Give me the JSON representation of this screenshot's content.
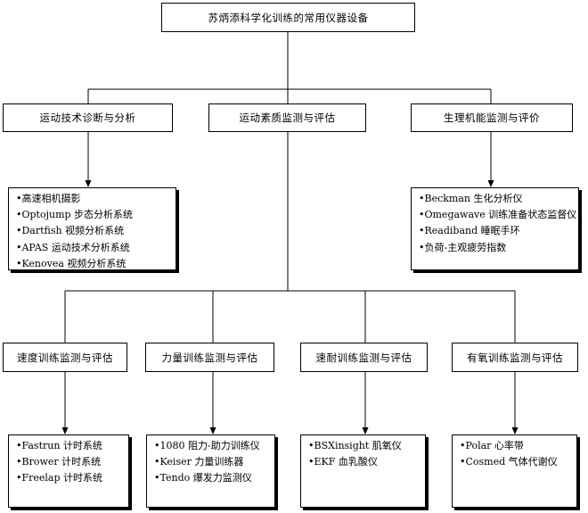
{
  "root": "苏炳添科学化训练的常用仪器设备",
  "branches": [
    {
      "title": "运动技术诊断与分析",
      "items": [
        "•高速相机摄影",
        "•Optojump 步态分析系统",
        "•Dartfish 视频分析系统",
        "•APAS 运动技术分析系统",
        "•Kenovea 视频分析系统"
      ]
    },
    {
      "title": "运动素质监测与评估"
    },
    {
      "title": "生理机能监测与评价",
      "items": [
        "•Beckman 生化分析仪",
        "•Omegawave 训练准备状态监督仪",
        "•Readiband 睡眠手环",
        "•负荷-主观疲劳指数"
      ]
    }
  ],
  "sub_branches": [
    {
      "title": "速度训练监测与评估",
      "items": [
        "•Fastrun 计时系统",
        "•Brower 计时系统",
        "•Freelap 计时系统"
      ]
    },
    {
      "title": "力量训练监测与评估",
      "items": [
        "•1080 阻力-助力训练仪",
        "•Keiser 力量训练器",
        "•Tendo 爆发力监测仪"
      ]
    },
    {
      "title": "速耐训练监测与评估",
      "items": [
        "•BSXinsight 肌氧仪",
        "•EKF 血乳酸仪"
      ]
    },
    {
      "title": "有氧训练监测与评估",
      "items": [
        "•Polar 心率带",
        "•Cosmed 气体代谢仪"
      ]
    }
  ]
}
